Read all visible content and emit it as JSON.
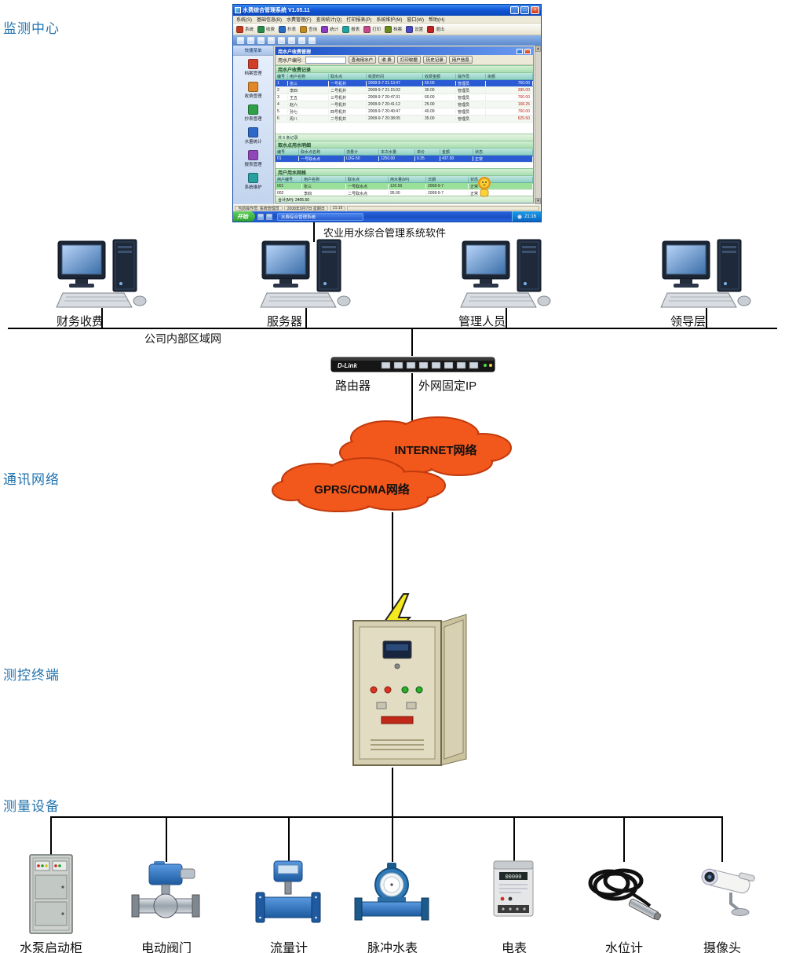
{
  "sections": {
    "monitoring": "监测中心",
    "comm": "通讯网络",
    "terminal": "测控终端",
    "measure": "测量设备"
  },
  "caption": "农业用水综合管理系统软件",
  "lan_label": "公司内部区域网",
  "computers": [
    {
      "label": "财务收费"
    },
    {
      "label": "服务器"
    },
    {
      "label": "管理人员"
    },
    {
      "label": "领导层"
    }
  ],
  "router": {
    "brand": "D-Link",
    "label": "路由器",
    "wan_label": "外网固定IP"
  },
  "clouds": {
    "internet": "INTERNET网络",
    "gprs": "GPRS/CDMA网络"
  },
  "devices": [
    {
      "label": "水泵启动柜"
    },
    {
      "label": "电动阀门"
    },
    {
      "label": "流量计"
    },
    {
      "label": "脉冲水表"
    },
    {
      "label": "电表"
    },
    {
      "label": "水位计"
    },
    {
      "label": "摄像头"
    }
  ],
  "window": {
    "title": "水费综合管理系统 V1.05.11",
    "menus": [
      "系统(S)",
      "基础信息(B)",
      "水费管理(F)",
      "查询统计(Q)",
      "打印报表(P)",
      "系统维护(M)",
      "窗口(W)",
      "帮助(H)"
    ],
    "toolbar": [
      "系统",
      "收费",
      "抄表",
      "查询",
      "统计",
      "报表",
      "打印",
      "档案",
      "设置",
      "退出"
    ],
    "sidebar": {
      "header": "快捷菜单",
      "items": [
        "档案管理",
        "收费管理",
        "抄表管理",
        "水量统计",
        "报表管理",
        "系统维护"
      ]
    },
    "inner": {
      "title": "用水户收费管理",
      "query_label": "用水户编号:",
      "buttons": [
        "查询用水户",
        "收 费",
        "打印收据",
        "历史记录",
        "用户信息"
      ],
      "secA": {
        "title": "用水户收费记录",
        "headers": [
          "编号",
          "用户名称",
          "取水点",
          "收费时间",
          "收费金额",
          "操作员",
          "余额"
        ],
        "rows": [
          [
            "1",
            "张三",
            "一号机井",
            "2008-9-7 21:13:47",
            "50.00",
            "管理员",
            "750.00"
          ],
          [
            "2",
            "李四",
            "二号机井",
            "2008-9-7 21:15:02",
            "30.00",
            "管理员",
            "395.00"
          ],
          [
            "3",
            "王五",
            "三号机井",
            "2008-9-7 20:47:31",
            "60.00",
            "管理员",
            "760.00"
          ],
          [
            "4",
            "赵六",
            "一号机井",
            "2008-9-7 20:41:12",
            "25.00",
            "管理员",
            "168.25"
          ],
          [
            "5",
            "孙七",
            "四号机井",
            "2008-9-7 20:40:47",
            "40.00",
            "管理员",
            "760.00"
          ],
          [
            "6",
            "周八",
            "二号机井",
            "2008-9-7 20:38:05",
            "35.00",
            "管理员",
            "625.50"
          ]
        ],
        "footer": "共 6 条记录"
      },
      "secB": {
        "title": "取水点用水明细",
        "headers": [
          "编号",
          "取水点名称",
          "流量计",
          "本次水量",
          "单价",
          "金额",
          "状态"
        ],
        "rows": [
          [
            "01",
            "一号取水点",
            "LDG-50",
            "1250.00",
            "0.35",
            "437.50",
            "正常"
          ]
        ]
      },
      "secC": {
        "title": "用户用水网格",
        "headers": [
          "用户编号",
          "用户名称",
          "取水点",
          "用水量(M³)",
          "日期",
          "状态"
        ],
        "rows": [
          [
            "001",
            "张三",
            "一号取水点",
            "120.50",
            "2008-9-7",
            "正常"
          ],
          [
            "002",
            "李四",
            "二号取水点",
            "95.00",
            "2008-9-7",
            "正常"
          ]
        ]
      },
      "footer": "合计(M³): 2405.50"
    },
    "status": [
      "当前操作员: 系统管理员",
      "2008年9月7日 星期日",
      "21:16"
    ],
    "taskbar": {
      "start": "开始",
      "task": "水费综合管理系统",
      "tray": "21:16"
    }
  }
}
